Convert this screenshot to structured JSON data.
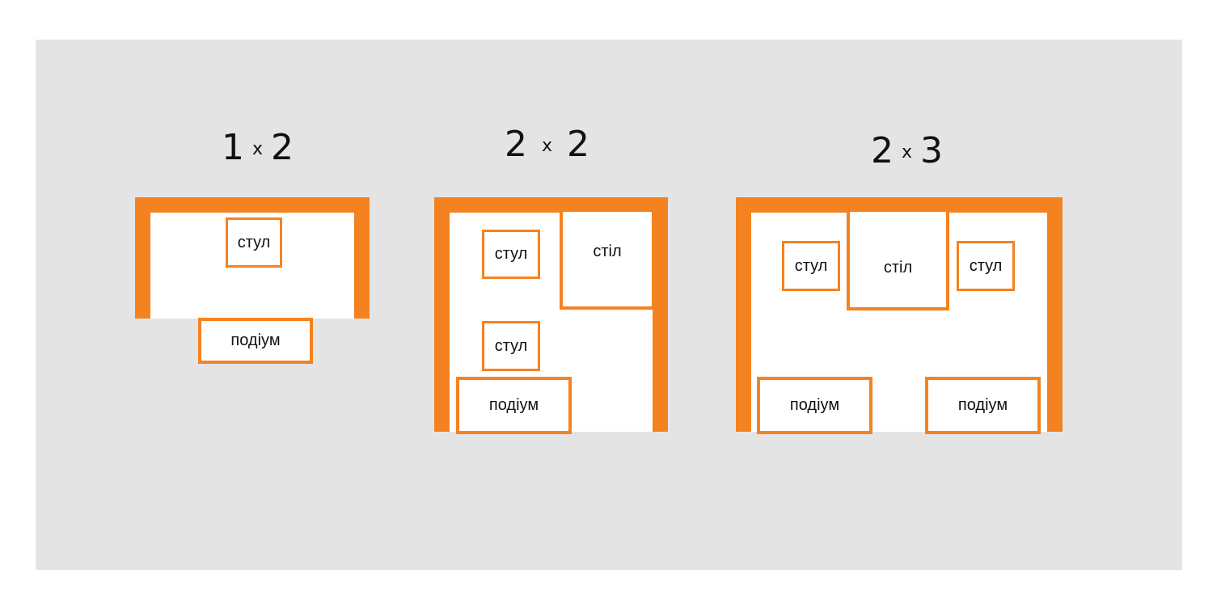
{
  "colors": {
    "background": "#e5e4e5",
    "accent": "#f58220",
    "room_fill": "#ffffff",
    "text": "#111111"
  },
  "layouts": [
    {
      "title": {
        "rows": "1",
        "sep": "x",
        "cols": "2"
      },
      "labels": {
        "chair": "стул",
        "podium": "подіум"
      }
    },
    {
      "title": {
        "rows": "2",
        "sep": "x",
        "cols": "2"
      },
      "labels": {
        "chair_top": "стул",
        "table": "стіл",
        "chair_bottom": "стул",
        "podium": "подіум"
      }
    },
    {
      "title": {
        "rows": "2",
        "sep": "x",
        "cols": "3"
      },
      "labels": {
        "chair_left": "стул",
        "table": "стіл",
        "chair_right": "стул",
        "podium_left": "подіум",
        "podium_right": "подіум"
      }
    }
  ]
}
